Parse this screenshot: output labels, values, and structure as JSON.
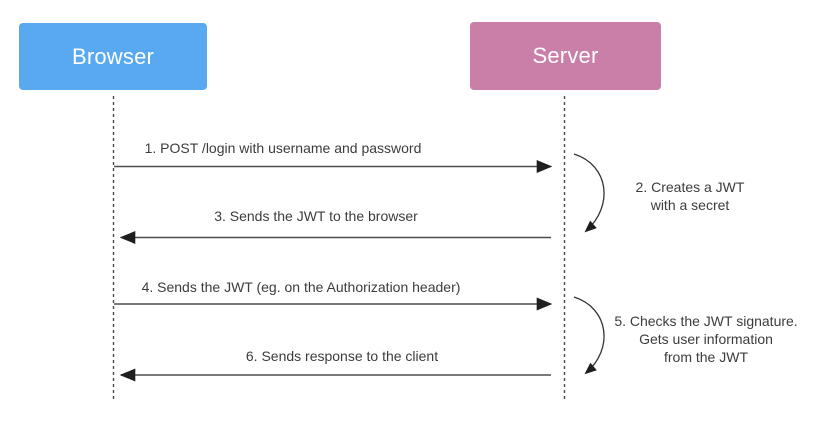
{
  "diagram": {
    "type": "sequence-diagram",
    "topic": "JWT authentication flow",
    "actors": [
      {
        "id": "browser",
        "label": "Browser",
        "color": "#58a9f0"
      },
      {
        "id": "server",
        "label": "Server",
        "color": "#c97fa7"
      }
    ],
    "messages": [
      {
        "step": "1",
        "from": "browser",
        "to": "server",
        "label": "1. POST /login with username and password"
      },
      {
        "step": "3",
        "from": "server",
        "to": "browser",
        "label": "3. Sends the JWT to the browser"
      },
      {
        "step": "4",
        "from": "browser",
        "to": "server",
        "label": "4. Sends the JWT (eg. on the Authorization header)"
      },
      {
        "step": "6",
        "from": "server",
        "to": "browser",
        "label": "6. Sends response to the client"
      }
    ],
    "self_actions": [
      {
        "step": "2",
        "actor": "server",
        "lines": [
          "2. Creates a JWT",
          "with a secret"
        ]
      },
      {
        "step": "5",
        "actor": "server",
        "lines": [
          "5. Checks the JWT signature.",
          "Gets user information",
          "from the JWT"
        ]
      }
    ],
    "colors": {
      "label_text": "#3c3c3c",
      "line": "#4d4d4d",
      "arrowhead": "#1f1f1f",
      "lifeline": "#4a4a4a",
      "actor_text": "#ffffff",
      "background": "#ffffff"
    }
  }
}
